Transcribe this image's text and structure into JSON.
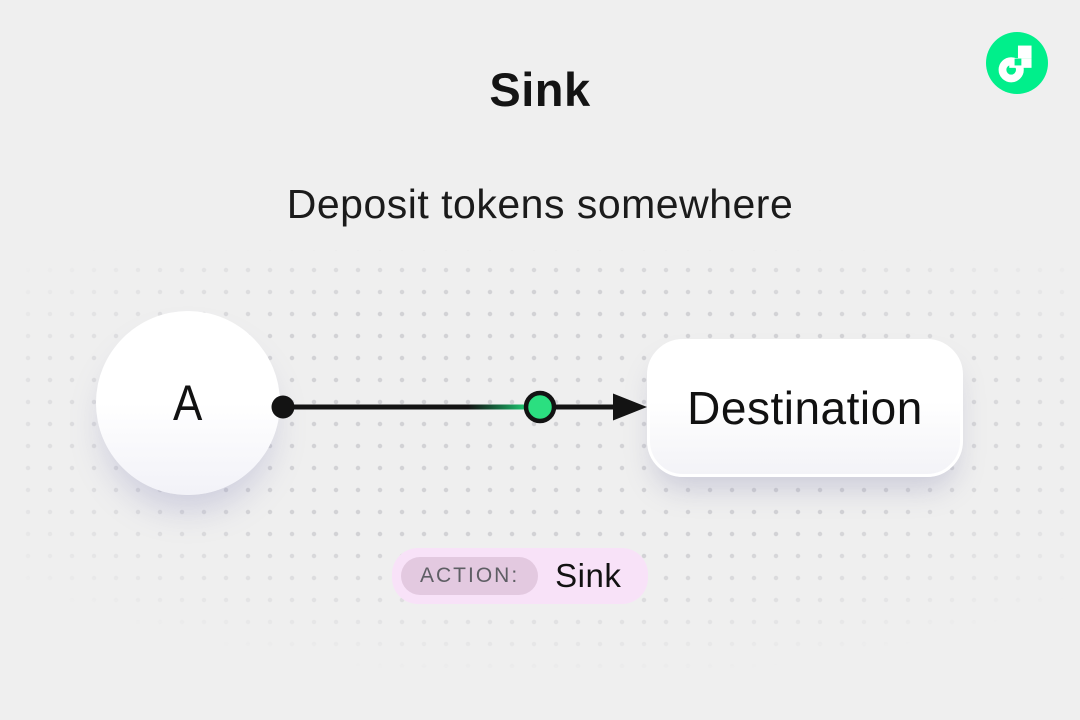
{
  "colors": {
    "background": "#EFEFEF",
    "flow_green": "#00EF8B",
    "event_dot_green": "#2BDF80",
    "line_black": "#131313",
    "badge_bg": "#F8E2F8",
    "badge_label_bg": "#E3C9E0",
    "badge_label_text": "#5E5E64"
  },
  "header": {
    "title": "Sink",
    "subtitle": "Deposit tokens somewhere"
  },
  "logo": {
    "name": "flow-logo"
  },
  "diagram": {
    "source_node": {
      "label": "A"
    },
    "destination_node": {
      "label": "Destination"
    }
  },
  "action_badge": {
    "label": "ACTION:",
    "value": "Sink"
  }
}
